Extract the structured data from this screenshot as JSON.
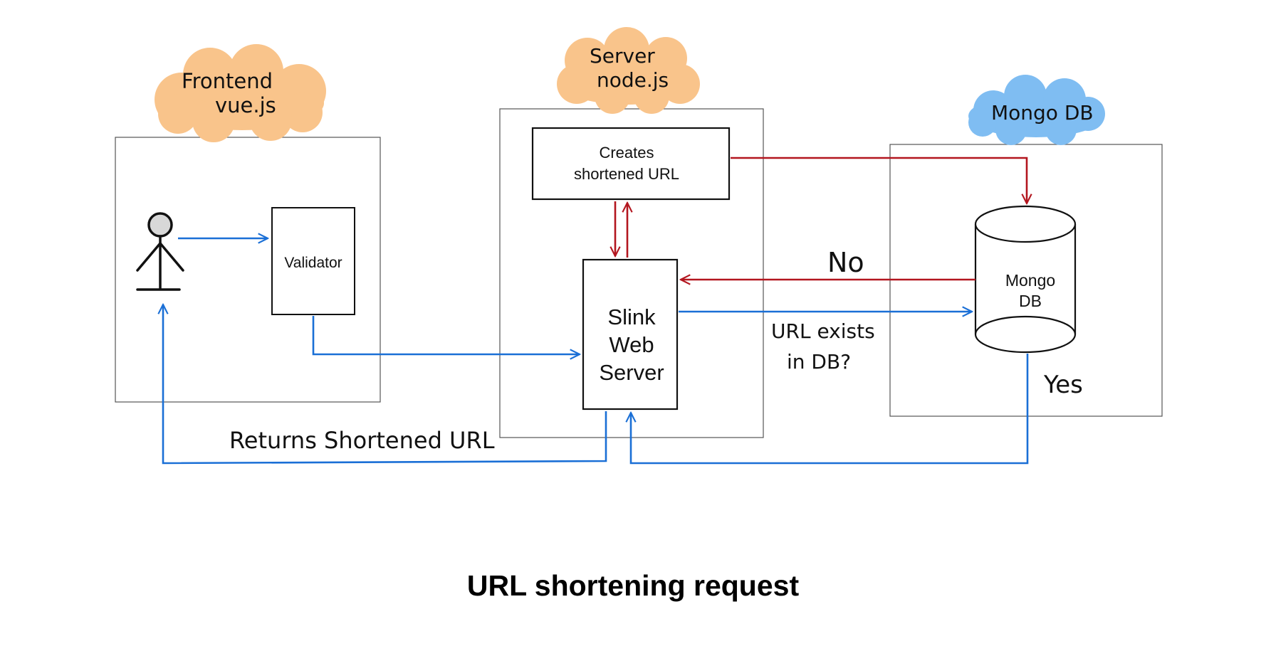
{
  "title": "URL shortening request",
  "colors": {
    "request_arrow": "#1a6fd6",
    "db_arrow": "#b3161f",
    "orange_cloud": "#f9c48b",
    "blue_cloud": "#7fbdf2",
    "stroke": "#111111",
    "zone_border": "#555555",
    "actor_head": "#d8d8d8"
  },
  "zones": {
    "frontend": {
      "cloud_line1": "Frontend",
      "cloud_line2": "vue.js"
    },
    "server": {
      "cloud_line1": "Server",
      "cloud_line2": "node.js"
    },
    "database": {
      "cloud_line1": "Mongo DB"
    }
  },
  "nodes": {
    "validator": "Validator",
    "creator_line1": "Creates",
    "creator_line2": "shortened URL",
    "web_server_line1": "Slink",
    "web_server_line2": "Web",
    "web_server_line3": "Server",
    "db_line1": "Mongo",
    "db_line2": "DB"
  },
  "edge_labels": {
    "no": "No",
    "yes": "Yes",
    "exists_line1": "URL exists",
    "exists_line2": "in DB?",
    "returns": "Returns Shortened URL"
  },
  "icons": {
    "actor": "user-icon",
    "database": "database-icon"
  }
}
